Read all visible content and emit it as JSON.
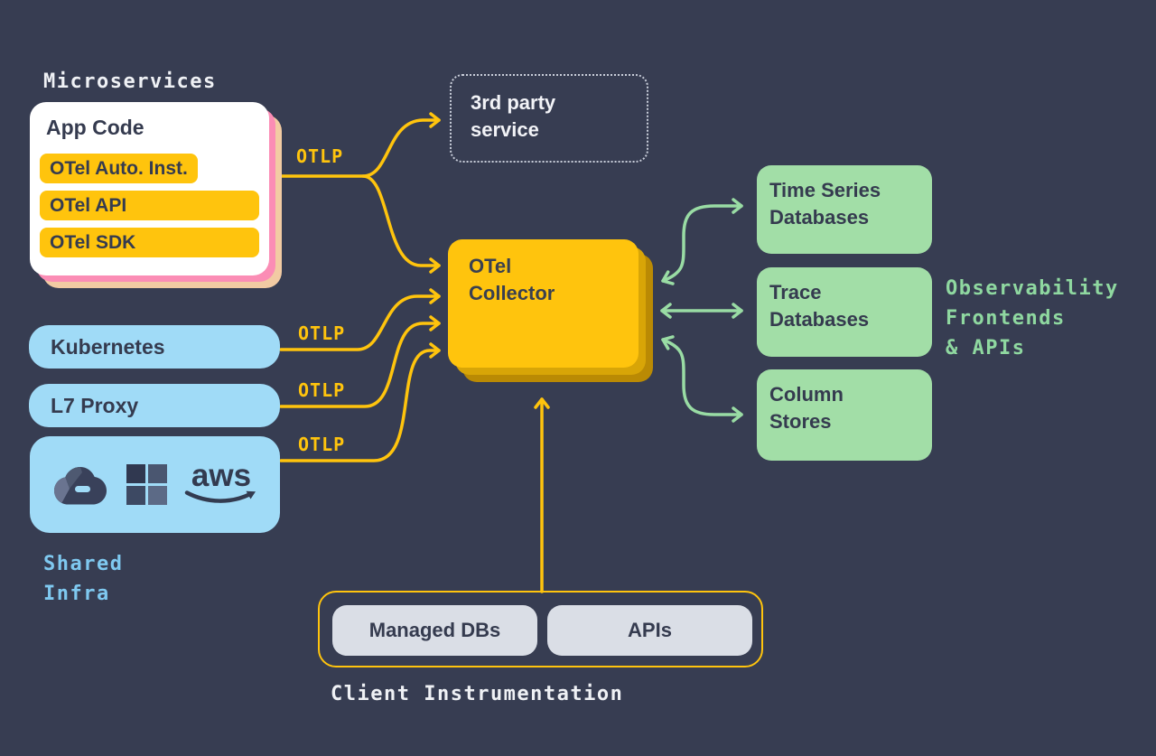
{
  "colors": {
    "background": "#373D52",
    "accent_yellow": "#FFC40D",
    "yellow_shadow_1": "#D8A507",
    "yellow_shadow_2": "#BA8A04",
    "green_box": "#A2DEA7",
    "green_text": "#8FD8A0",
    "blue_box": "#A0DBF7",
    "blue_text": "#7FC9F0",
    "pink_shadow": "#FB8DB5",
    "tan_shadow": "#F2CBA3",
    "dark_text": "#353B4F",
    "gray_pill": "#DADEE6",
    "white_text": "#EFF1F5"
  },
  "microservices": {
    "label": "Microservices",
    "app_code": {
      "title": "App Code",
      "pills": [
        "OTel Auto. Inst.",
        "OTel API",
        "OTel SDK"
      ]
    }
  },
  "third_party": {
    "line1": "3rd party",
    "line2": "service"
  },
  "collector": {
    "line1": "OTel",
    "line2": "Collector"
  },
  "otlp": {
    "label1": "OTLP",
    "label2": "OTLP",
    "label3": "OTLP",
    "label4": "OTLP"
  },
  "infra": {
    "kubernetes": "Kubernetes",
    "l7_proxy": "L7 Proxy",
    "aws_text": "aws",
    "shared_line1": "Shared",
    "shared_line2": "Infra"
  },
  "databases": {
    "time_series": {
      "line1": "Time Series",
      "line2": "Databases"
    },
    "trace": {
      "line1": "Trace",
      "line2": "Databases"
    },
    "column": {
      "line1": "Column",
      "line2": "Stores"
    }
  },
  "observability": {
    "line1": "Observability",
    "line2": "Frontends",
    "line3": "& APIs"
  },
  "client_instrumentation": {
    "label": "Client Instrumentation",
    "managed_dbs": "Managed DBs",
    "apis": "APIs"
  }
}
